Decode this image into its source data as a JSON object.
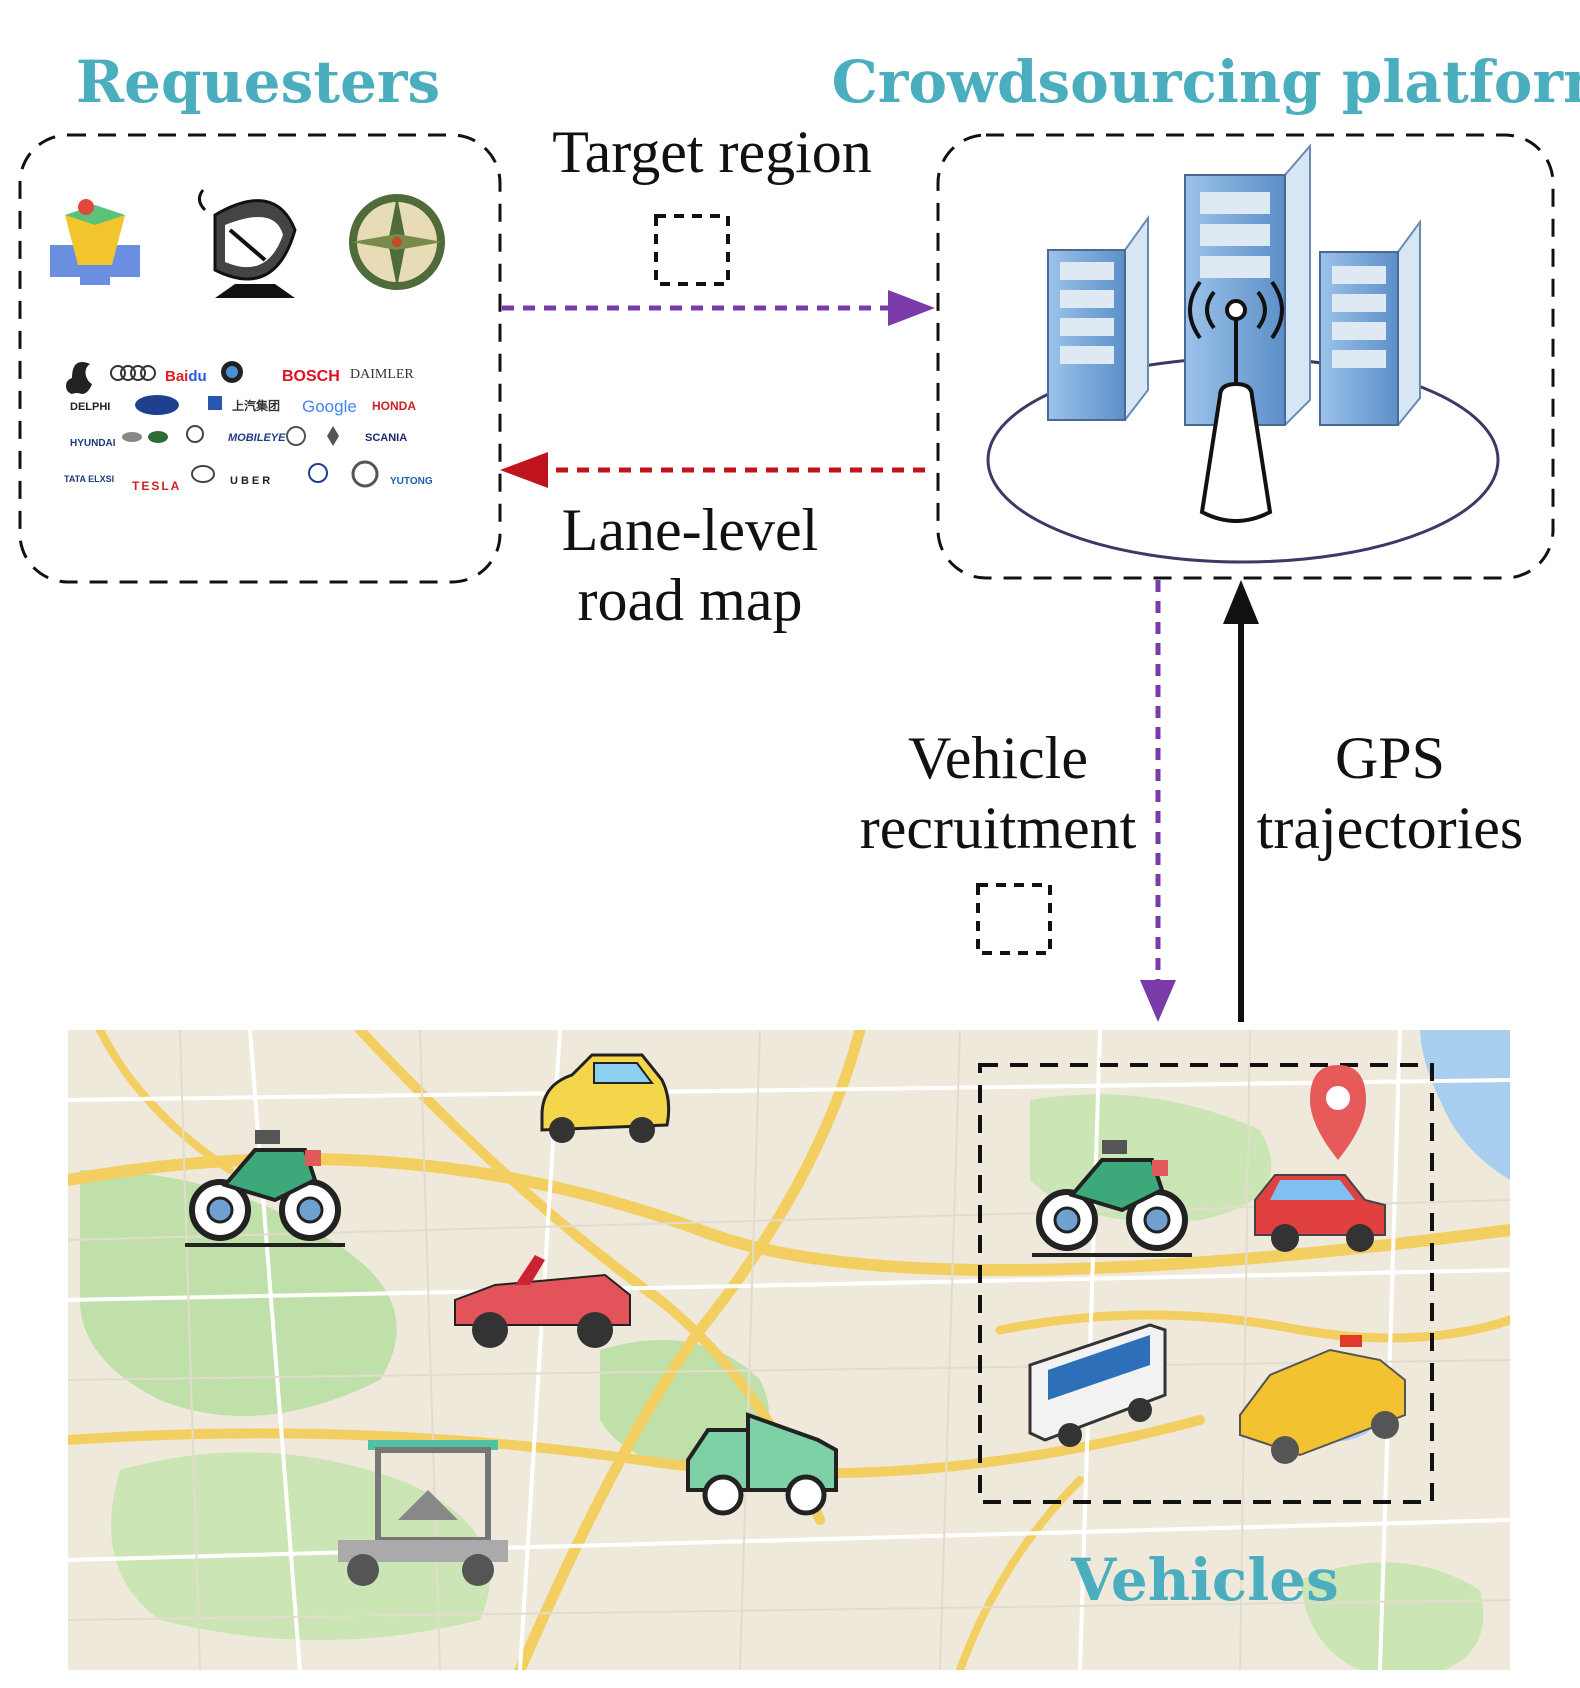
{
  "colors": {
    "title": "#4aaebf",
    "purple_arrow": "#7a3aa8",
    "red_arrow": "#c0141c",
    "black": "#111111",
    "map_bg": "#efe9dc",
    "map_green": "#bfe0a8",
    "map_road": "#f3cf62",
    "map_water": "#a8cff0"
  },
  "requesters": {
    "title": "Requesters",
    "icons": [
      "map-app-icon",
      "satellite-dish-icon",
      "compass-icon"
    ],
    "logos": [
      [
        "",
        "Audi",
        "Baidu",
        "BMW",
        "BOSCH",
        "DAIMLER"
      ],
      [
        "DELPHI",
        "Ford",
        "GM",
        "上汽集团",
        "Google",
        "HONDA"
      ],
      [
        "HYUNDAI",
        "Jaguar",
        "Land Rover",
        "Mercedes-Benz",
        "MOBILEYE",
        "NISSAN",
        "RENAULT",
        "SCANIA"
      ],
      [
        "TATA ELXSI",
        "TESLA",
        "TOYOTA",
        "UBER",
        "Volkswagen",
        "VOLVO",
        "YUTONG"
      ]
    ]
  },
  "platform": {
    "title": "Crowdsourcing platform",
    "icons": [
      "server-rack-icon",
      "server-rack-icon",
      "server-rack-icon",
      "antenna-tower-icon"
    ]
  },
  "arrows": {
    "target_region": "Target region",
    "lane_level_1": "Lane-level",
    "lane_level_2": "road map",
    "vehicle_recruitment_1": "Vehicle",
    "vehicle_recruitment_2": "recruitment",
    "gps_1": "GPS",
    "gps_2": "trajectories"
  },
  "vehicles": {
    "title": "Vehicles",
    "icons": [
      "motorcycle-icon",
      "yellow-car-icon",
      "red-convertible-icon",
      "tuk-tuk-icon",
      "green-jeep-icon",
      "motorcycle-icon",
      "red-car-icon",
      "location-pin-icon",
      "bus-icon",
      "taxi-icon"
    ]
  }
}
